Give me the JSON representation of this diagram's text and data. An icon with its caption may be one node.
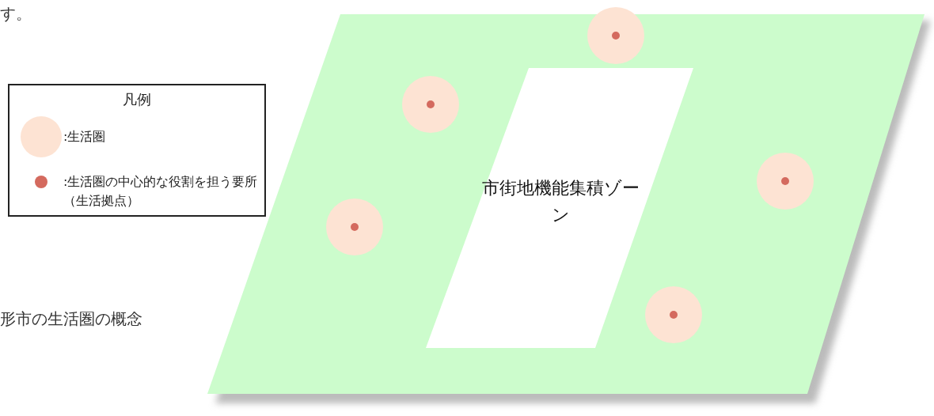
{
  "diagram": {
    "nodes": [
      {
        "text": [
          "市街地機能集積ゾーン"
        ]
      }
    ],
    "edges": [],
    "labels": [
      "す。",
      "凡例",
      "形市の生活圏の概念"
    ],
    "legend": [
      {
        "text": ":生活圏",
        "color": "#fde3d3"
      },
      {
        "text": ":生活圏の中心的な役割を担う要所（生活拠点）",
        "color": "#d46a5e"
      }
    ]
  }
}
